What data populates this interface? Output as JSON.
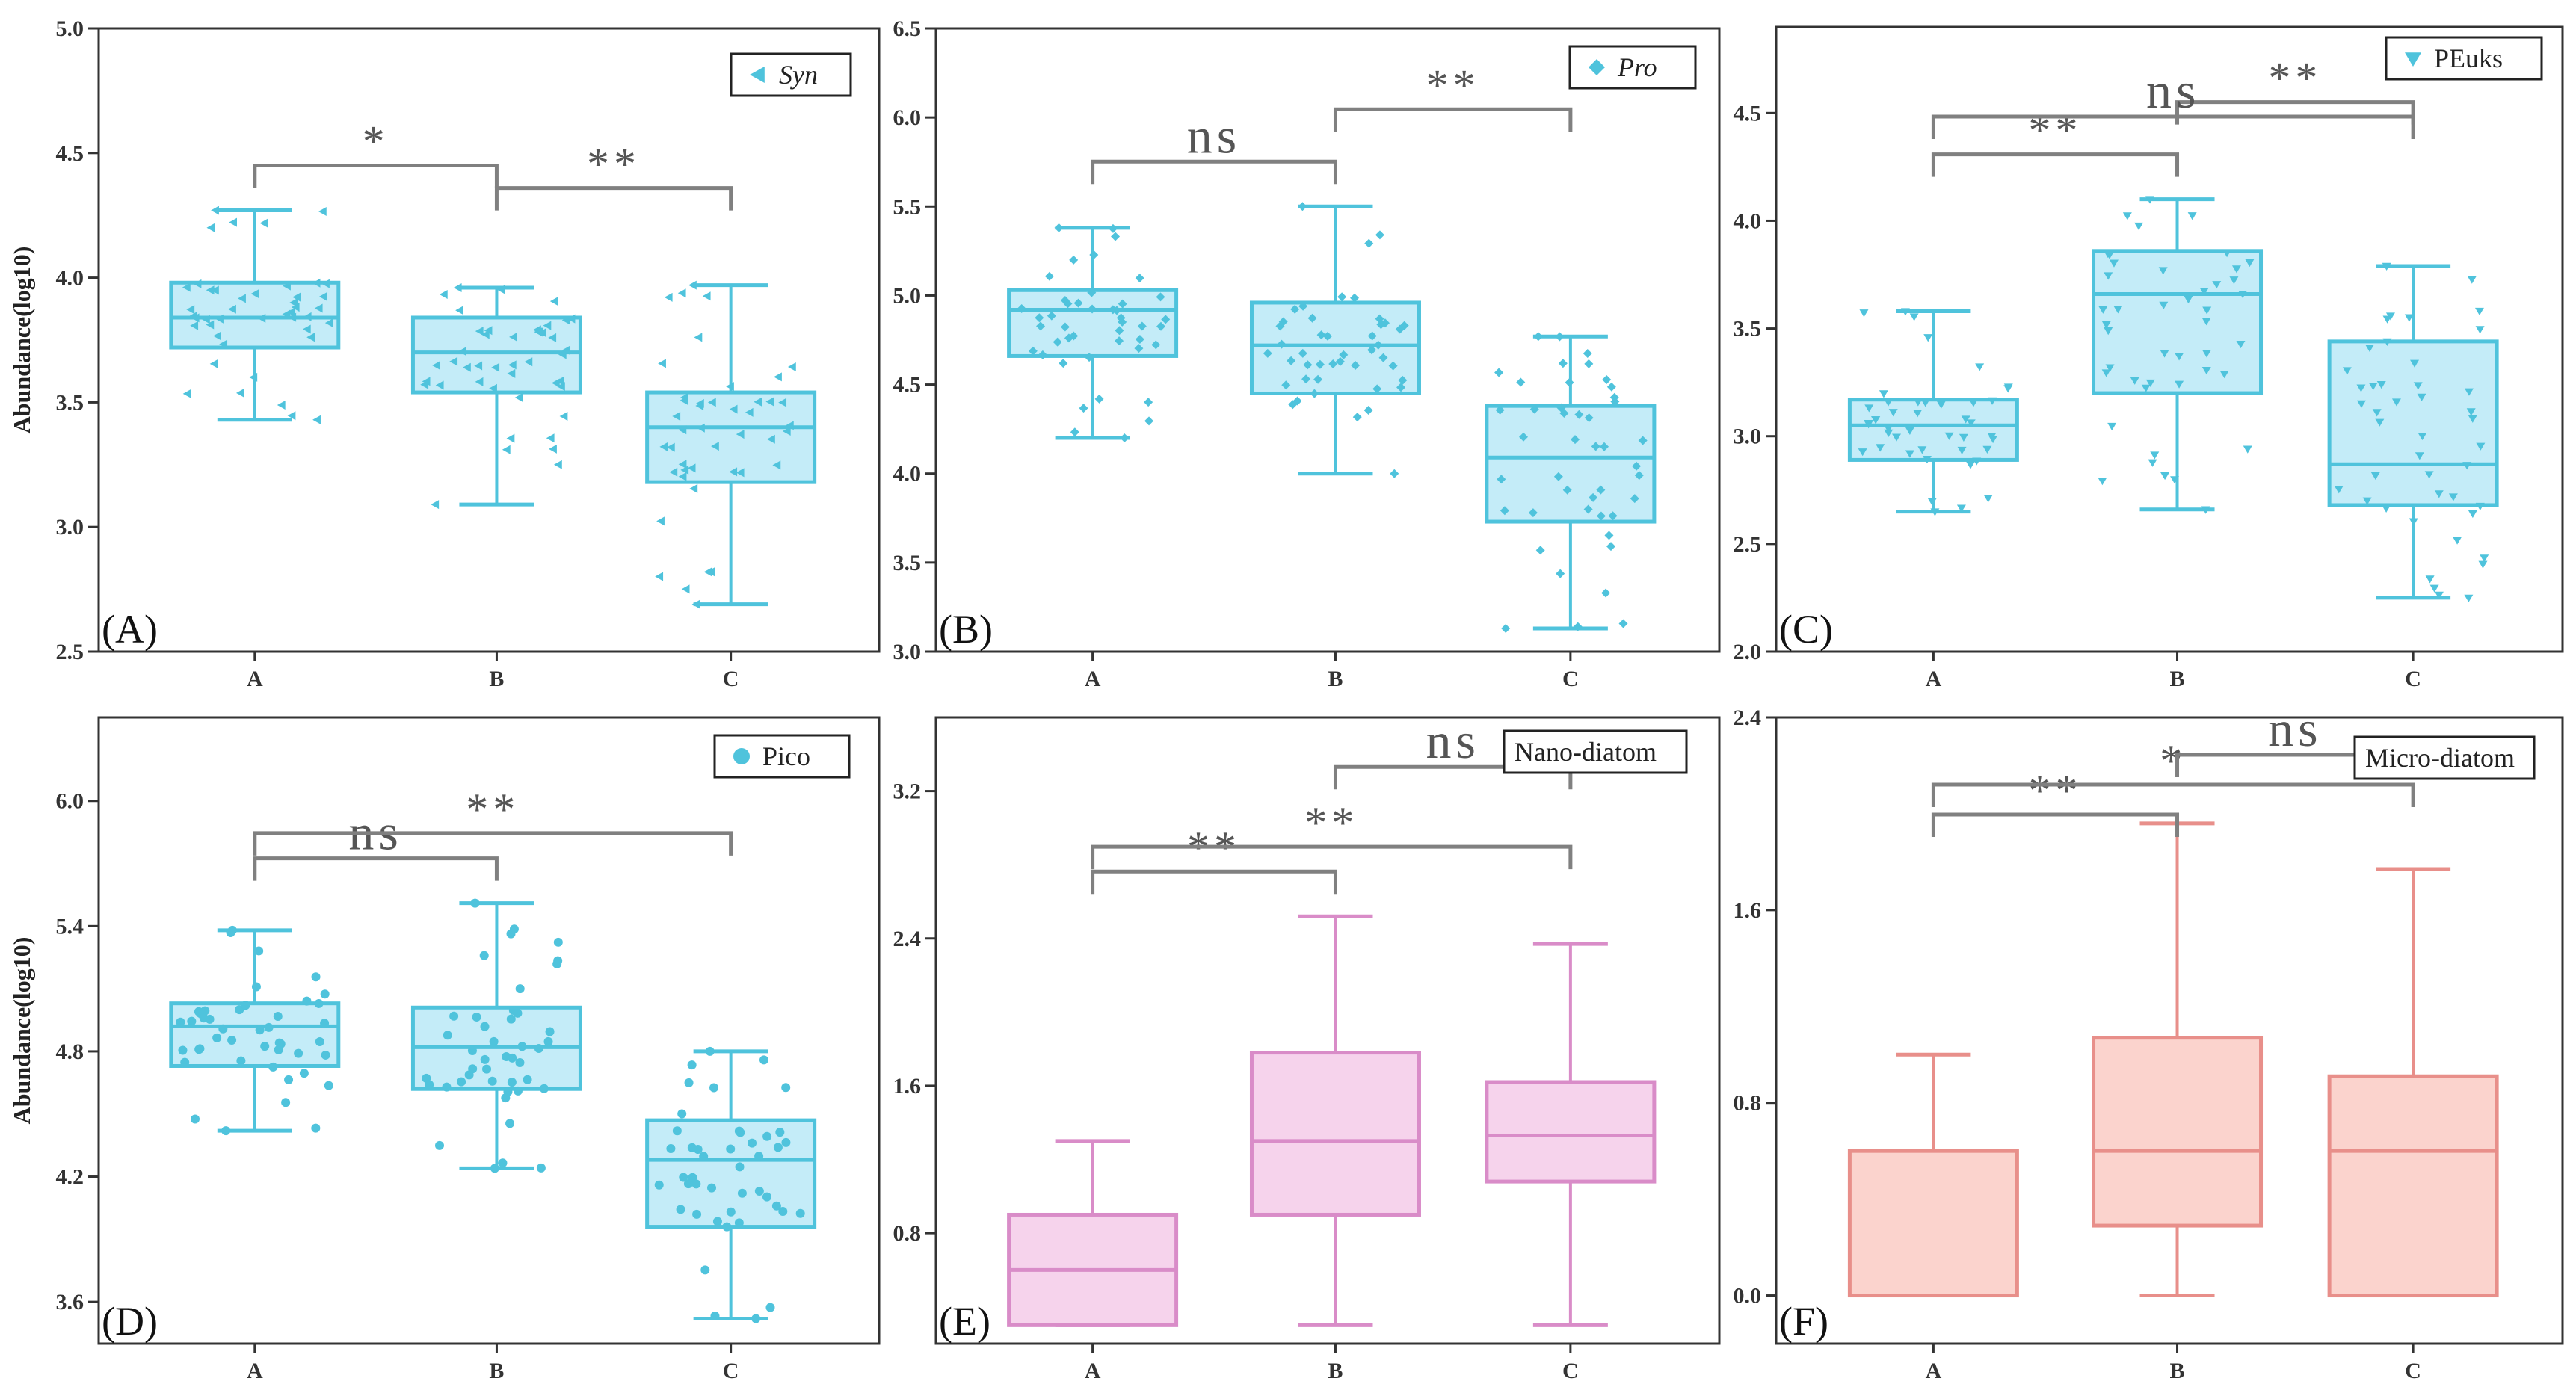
{
  "colors": {
    "cyan_stroke": "#4fc3dc",
    "cyan_fill": "#c4ecf8",
    "pink_stroke": "#d98cc8",
    "pink_fill": "#f6d3ec",
    "salmon_stroke": "#e88f8a",
    "salmon_fill": "#fbd3cd",
    "bracket": "#808080",
    "axis": "#333333"
  },
  "chart_data": [
    {
      "type": "box",
      "panel_label": "(A)",
      "legend": "Syn",
      "legend_italic": true,
      "legend_marker": "triangle-left",
      "ylabel": "Abundance(log10)",
      "ylim": [
        2.5,
        5.0
      ],
      "yticks": [
        "2.5",
        "3.0",
        "3.5",
        "4.0",
        "4.5",
        "5.0"
      ],
      "categories": [
        "A",
        "B",
        "C"
      ],
      "boxes": [
        {
          "min": 3.43,
          "q1": 3.72,
          "median": 3.84,
          "q3": 3.98,
          "max": 4.27
        },
        {
          "min": 3.09,
          "q1": 3.54,
          "median": 3.7,
          "q3": 3.84,
          "max": 3.96
        },
        {
          "min": 2.69,
          "q1": 3.18,
          "median": 3.4,
          "q3": 3.54,
          "max": 3.97
        }
      ],
      "points": true,
      "significance": [
        {
          "from": 0,
          "to": 1,
          "label": "*"
        },
        {
          "from": 1,
          "to": 2,
          "label": "**"
        }
      ]
    },
    {
      "type": "box",
      "panel_label": "(B)",
      "legend": "Pro",
      "legend_italic": true,
      "legend_marker": "diamond",
      "ylabel": "",
      "ylim": [
        3.0,
        6.5
      ],
      "yticks": [
        "3.0",
        "3.5",
        "4.0",
        "4.5",
        "5.0",
        "5.5",
        "6.0",
        "6.5"
      ],
      "categories": [
        "A",
        "B",
        "C"
      ],
      "boxes": [
        {
          "min": 4.2,
          "q1": 4.66,
          "median": 4.92,
          "q3": 5.03,
          "max": 5.38
        },
        {
          "min": 4.0,
          "q1": 4.45,
          "median": 4.72,
          "q3": 4.96,
          "max": 5.5
        },
        {
          "min": 3.13,
          "q1": 3.73,
          "median": 4.09,
          "q3": 4.38,
          "max": 4.77
        }
      ],
      "points": true,
      "significance": [
        {
          "from": 0,
          "to": 1,
          "label": "ns"
        },
        {
          "from": 1,
          "to": 2,
          "label": "**"
        }
      ]
    },
    {
      "type": "box",
      "panel_label": "(C)",
      "legend": "PEuks",
      "legend_italic": false,
      "legend_marker": "triangle-down",
      "ylabel": "",
      "ylim": [
        2.0,
        4.9
      ],
      "yticks": [
        "2.0",
        "2.5",
        "3.0",
        "3.5",
        "4.0",
        "4.5"
      ],
      "categories": [
        "A",
        "B",
        "C"
      ],
      "boxes": [
        {
          "min": 2.65,
          "q1": 2.89,
          "median": 3.05,
          "q3": 3.17,
          "max": 3.58
        },
        {
          "min": 2.66,
          "q1": 3.2,
          "median": 3.66,
          "q3": 3.86,
          "max": 4.1
        },
        {
          "min": 2.25,
          "q1": 2.68,
          "median": 2.87,
          "q3": 3.44,
          "max": 3.79
        }
      ],
      "points": true,
      "significance": [
        {
          "from": 0,
          "to": 1,
          "label": "**"
        },
        {
          "from": 1,
          "to": 2,
          "label": "**"
        },
        {
          "from": 0,
          "to": 2,
          "label": "ns"
        }
      ]
    },
    {
      "type": "box",
      "panel_label": "(D)",
      "legend": "Pico",
      "legend_italic": false,
      "legend_marker": "circle",
      "ylabel": "Abundance(log10)",
      "ylim": [
        3.4,
        6.4
      ],
      "yticks": [
        "3.6",
        "4.2",
        "4.8",
        "5.4",
        "6.0"
      ],
      "categories": [
        "A",
        "B",
        "C"
      ],
      "boxes": [
        {
          "min": 4.42,
          "q1": 4.73,
          "median": 4.92,
          "q3": 5.03,
          "max": 5.38
        },
        {
          "min": 4.24,
          "q1": 4.62,
          "median": 4.82,
          "q3": 5.01,
          "max": 5.51
        },
        {
          "min": 3.52,
          "q1": 3.96,
          "median": 4.28,
          "q3": 4.47,
          "max": 4.8
        }
      ],
      "points": true,
      "significance": [
        {
          "from": 0,
          "to": 1,
          "label": "ns"
        },
        {
          "from": 0,
          "to": 2,
          "label": "**"
        }
      ]
    },
    {
      "type": "box",
      "panel_label": "(E)",
      "legend": "Nano-diatom",
      "legend_italic": false,
      "legend_marker": "",
      "ylabel": "",
      "ylim": [
        0.2,
        3.6
      ],
      "yticks": [
        "0.8",
        "1.6",
        "2.4",
        "3.2"
      ],
      "categories": [
        "A",
        "B",
        "C"
      ],
      "boxes": [
        {
          "min": 0.3,
          "q1": 0.3,
          "median": 0.6,
          "q3": 0.9,
          "max": 1.3
        },
        {
          "min": 0.3,
          "q1": 0.9,
          "median": 1.3,
          "q3": 1.78,
          "max": 2.52
        },
        {
          "min": 0.3,
          "q1": 1.08,
          "median": 1.33,
          "q3": 1.62,
          "max": 2.37
        }
      ],
      "points": false,
      "significance": [
        {
          "from": 0,
          "to": 1,
          "label": "**"
        },
        {
          "from": 0,
          "to": 2,
          "label": "**"
        },
        {
          "from": 1,
          "to": 2,
          "label": "ns"
        }
      ]
    },
    {
      "type": "box",
      "panel_label": "(F)",
      "legend": "Micro-diatom",
      "legend_italic": false,
      "legend_marker": "",
      "ylabel": "",
      "ylim": [
        -0.2,
        2.4
      ],
      "yticks": [
        "0.0",
        "0.8",
        "1.6",
        "2.4"
      ],
      "categories": [
        "A",
        "B",
        "C"
      ],
      "boxes": [
        {
          "min": 0.0,
          "q1": 0.0,
          "median": 0.0,
          "q3": 0.6,
          "max": 1.0
        },
        {
          "min": 0.0,
          "q1": 0.29,
          "median": 0.6,
          "q3": 1.07,
          "max": 1.96
        },
        {
          "min": 0.0,
          "q1": 0.0,
          "median": 0.6,
          "q3": 0.91,
          "max": 1.77
        }
      ],
      "points": false,
      "significance": [
        {
          "from": 0,
          "to": 1,
          "label": "**"
        },
        {
          "from": 0,
          "to": 2,
          "label": "*"
        },
        {
          "from": 1,
          "to": 2,
          "label": "ns"
        }
      ]
    }
  ]
}
